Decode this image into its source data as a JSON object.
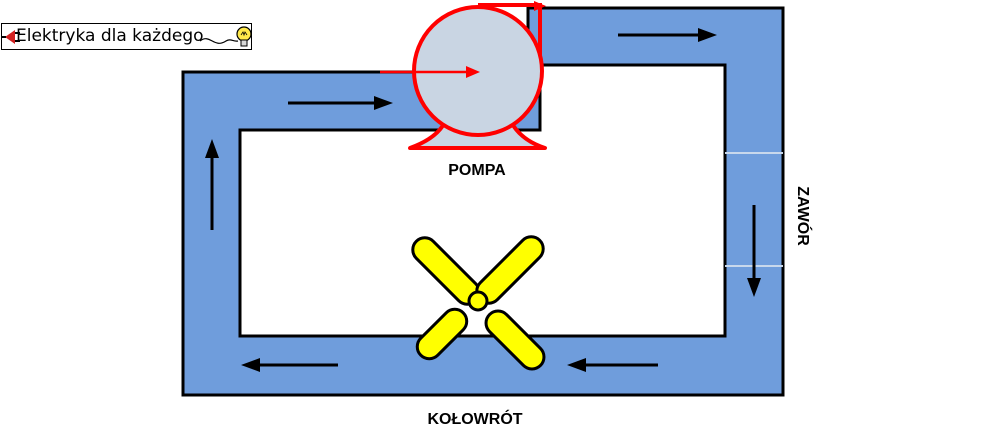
{
  "logo": {
    "text": "Elektryka dla każdego",
    "icon": "lightbulb-icon",
    "plug_icon": "plug-icon"
  },
  "labels": {
    "pump": "POMPA",
    "valve": "ZAWÓR",
    "turbine": "KOŁOWRÓT"
  },
  "colors": {
    "pipe": "#6f9ddc",
    "pump_outline": "#ff0000",
    "pump_fill": "#c9d5e3",
    "turbine": "#ffff00",
    "arrow": "#000000"
  },
  "flow": {
    "direction": "clockwise"
  }
}
